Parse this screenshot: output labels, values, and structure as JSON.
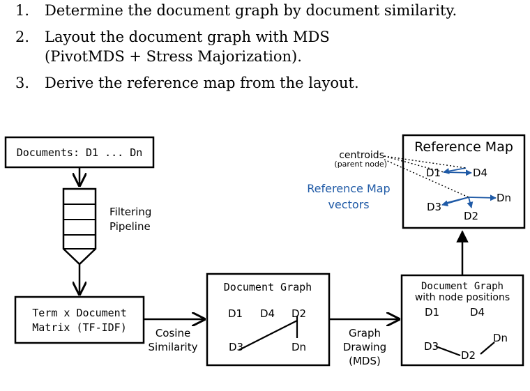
{
  "steps": [
    {
      "num": "1.",
      "lines": [
        "Determine the document graph by document similarity."
      ]
    },
    {
      "num": "2.",
      "lines": [
        "Layout the document graph with MDS",
        "(PivotMDS + Stress Majorization)."
      ]
    },
    {
      "num": "3.",
      "lines": [
        "Derive the reference map from the layout."
      ]
    }
  ],
  "diagram": {
    "documents_box": "Documents: D1 ... Dn",
    "filtering_label": [
      "Filtering",
      "Pipeline"
    ],
    "term_matrix_box": [
      "Term x Document",
      "Matrix (TF-IDF)"
    ],
    "cosine_label": [
      "Cosine",
      "Similarity"
    ],
    "doc_graph_box": {
      "title": "Document Graph",
      "nodes": [
        "D1",
        "D4",
        "D2",
        "D3",
        "Dn"
      ]
    },
    "graph_drawing_label": [
      "Graph",
      "Drawing",
      "(MDS)"
    ],
    "doc_graph_pos_box": {
      "title": [
        "Document Graph",
        "with node positions"
      ],
      "nodes": [
        "D1",
        "D4",
        "Dn",
        "D3",
        "D2"
      ]
    },
    "reference_map_box": {
      "title": "Reference Map",
      "nodes": [
        "D1",
        "D4",
        "D3",
        "Dn",
        "D2"
      ]
    },
    "centroids_label": "centroids",
    "parent_node_label": "(parent node)",
    "ref_vectors_label": [
      "Reference Map",
      "vectors"
    ],
    "colors": {
      "vector": "#1f5aa6",
      "line": "#000000"
    }
  }
}
